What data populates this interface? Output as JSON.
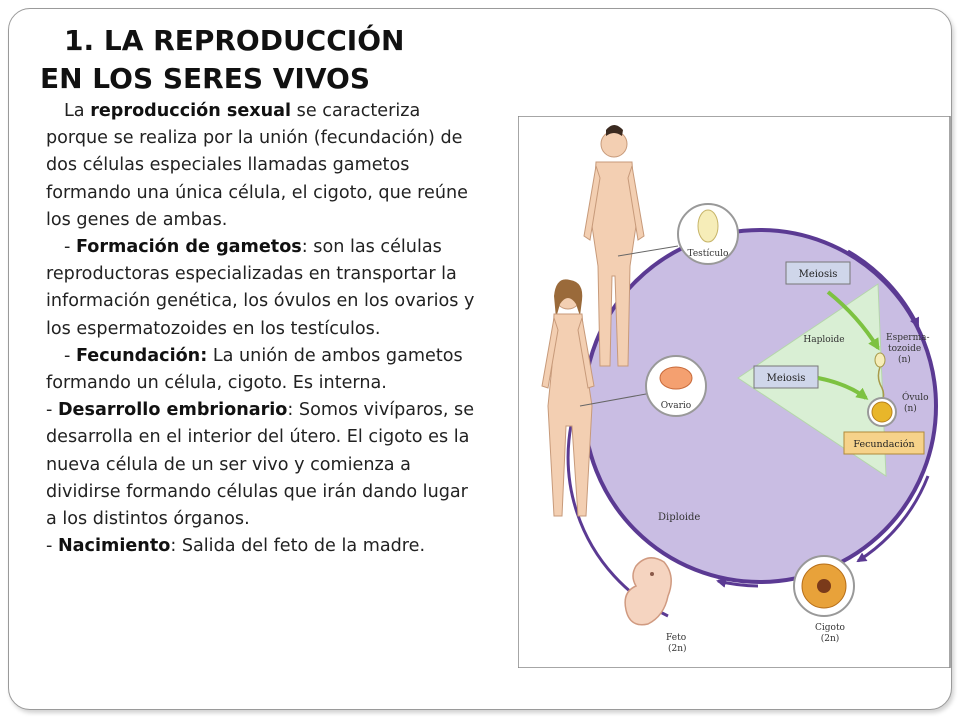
{
  "title": {
    "line1": "1. LA REPRODUCCIÓN",
    "line2": "EN LOS SERES VIVOS"
  },
  "paragraphs": {
    "p1": {
      "pre": "La ",
      "bold": "reproducción sexual",
      "post": " se caracteriza porque se realiza por la unión (fecundación) de dos células especiales llamadas gametos formando una única célula, el cigoto, que reúne los genes de ambas."
    },
    "p2": {
      "pre": "- ",
      "bold": "Formación de gametos",
      "post": ": son las células reproductoras especializadas en transportar la información genética, los óvulos en los ovarios y los espermatozoides en los testículos."
    },
    "p3": {
      "pre": "- ",
      "bold": "Fecundación:",
      "post": " La unión de ambos gametos formando un célula, cigoto. Es interna."
    },
    "p4": {
      "pre": "- ",
      "bold": "Desarrollo embrionario",
      "post": ": Somos vivíparos, se desarrolla en el interior del útero. El cigoto es la nueva célula de un ser vivo y comienza a dividirse formando células que irán dando lugar a los distintos órganos."
    },
    "p5": {
      "pre": "- ",
      "bold": "Nacimiento",
      "post": ": Salida del feto de la madre."
    }
  },
  "diagram": {
    "testiculo": "Testículo",
    "meiosis_top": "Meiosis",
    "haploide": "Haploide",
    "esperma_1": "Esperma-",
    "esperma_2": "tozoide",
    "esperma_n": "(n)",
    "meiosis_mid": "Meiosis",
    "ovario": "Ovario",
    "ovulo": "Óvulo",
    "ovulo_n": "(n)",
    "fecundacion": "Fecundación",
    "diploide": "Diploide",
    "feto": "Feto",
    "feto_2n": "(2n)",
    "cigoto": "Cigoto",
    "cigoto_2n": "(2n)"
  },
  "colors": {
    "circle_fill": "#c9bde3",
    "circle_stroke": "#5b3a93",
    "haploid_fill": "#d9efd4",
    "label_box": "#cfd6ea",
    "fecundacion_box": "#f6d28a",
    "green_arrow": "#7dc241"
  }
}
